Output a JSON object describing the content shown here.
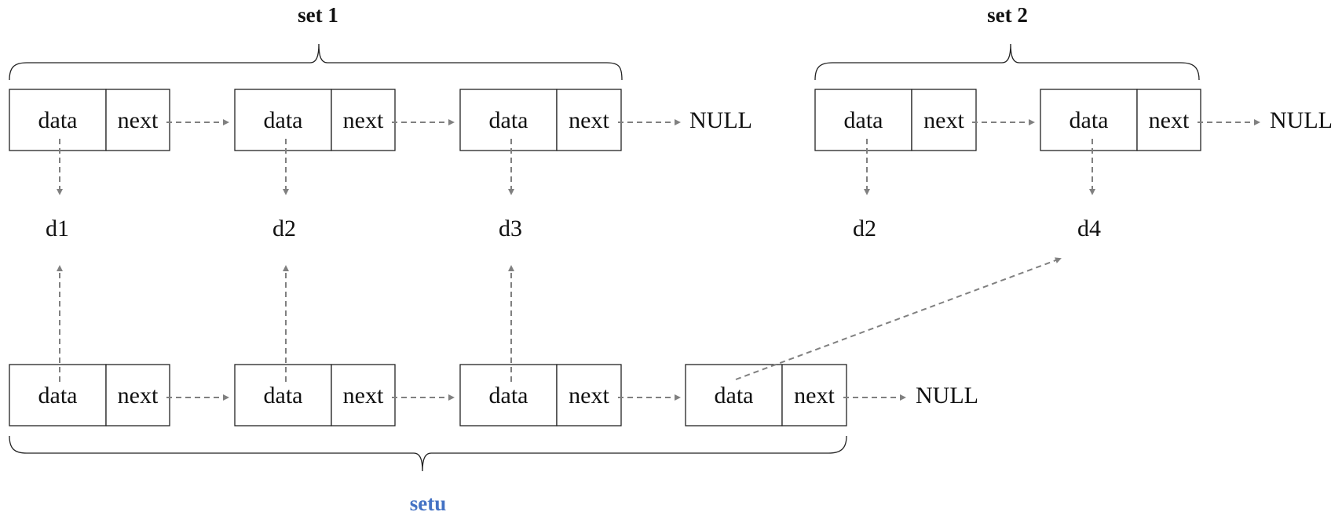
{
  "labels": {
    "data": "data",
    "next": "next",
    "null": "NULL"
  },
  "colors": {
    "arrow": "#808080",
    "union_title": "#4472c4"
  },
  "sets": [
    {
      "id": "set1",
      "title": "set 1",
      "nodes": [
        {
          "value": "d1"
        },
        {
          "value": "d2"
        },
        {
          "value": "d3"
        }
      ]
    },
    {
      "id": "set2",
      "title": "set 2",
      "nodes": [
        {
          "value": "d2"
        },
        {
          "value": "d4"
        }
      ]
    },
    {
      "id": "setu",
      "title": "setu",
      "nodes": [
        {
          "points_to": "set1.0"
        },
        {
          "points_to": "set1.1"
        },
        {
          "points_to": "set1.2"
        },
        {
          "points_to": "set2.1"
        }
      ]
    }
  ]
}
